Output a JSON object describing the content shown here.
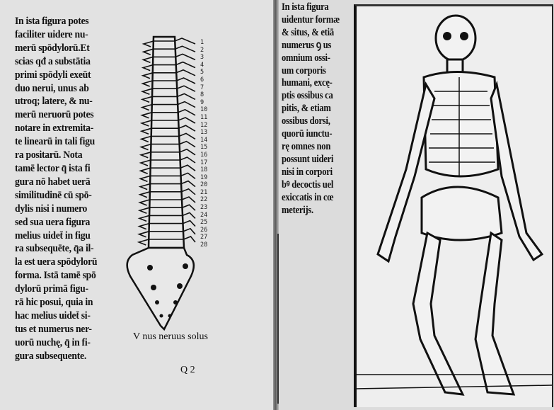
{
  "left_page": {
    "text_lines": [
      "In ista figura potes",
      "faciliter uidere nu-",
      "merū spōdylorū.Et",
      "scias qđ a substātia",
      "primi spōdyli exeūt",
      "duo nerui, unus ab",
      "utroq; latere, & nu-",
      "merū neruorū potes",
      "notare in extremita-",
      "te linearū in tali figu",
      "ra positarū.  Nota",
      "tamē lector q̄ ista fi",
      "gura nō habet uerā",
      "similitudinē cū spō-",
      "dylis nisi i numero",
      "sed sua uera figura",
      "melius uidet̄ in figu",
      "ra subsequēte, q̄a il-",
      "la est uera spōdylorū",
      "forma. Istā tamē spō",
      "dylorū primā figu-",
      "rā hic posui, quia in",
      "hac melius uidet̄ si-",
      "tus et numerus ner-",
      "uorū nuchę, q̄ in fi-",
      "gura subsequente."
    ],
    "figure_labels": [
      "1",
      "2",
      "3",
      "4",
      "5",
      "6",
      "7",
      "8",
      "9",
      "10",
      "11",
      "12",
      "13",
      "14",
      "15",
      "16",
      "17",
      "18",
      "19",
      "20",
      "21",
      "22",
      "23",
      "24",
      "25",
      "26",
      "27",
      "28"
    ],
    "figure_caption": "V nus neruus solus",
    "signature": "Q 2"
  },
  "right_page": {
    "text_lines": [
      "In ista figura",
      "uidentur formæ",
      "& situs, & etiā",
      "numerus ꝯ us",
      "omnium ossi-",
      "um corporis",
      "humani, excę-",
      "ptis ossibus ca",
      "pitis, & etiam",
      "ossibus dorsi,",
      "quorū iunctu-",
      "rę omnes non",
      "possunt uideri",
      "nisi in corpori",
      "bꝰ decoctis uel",
      "exiccatis in cœ",
      "meterijs."
    ]
  }
}
